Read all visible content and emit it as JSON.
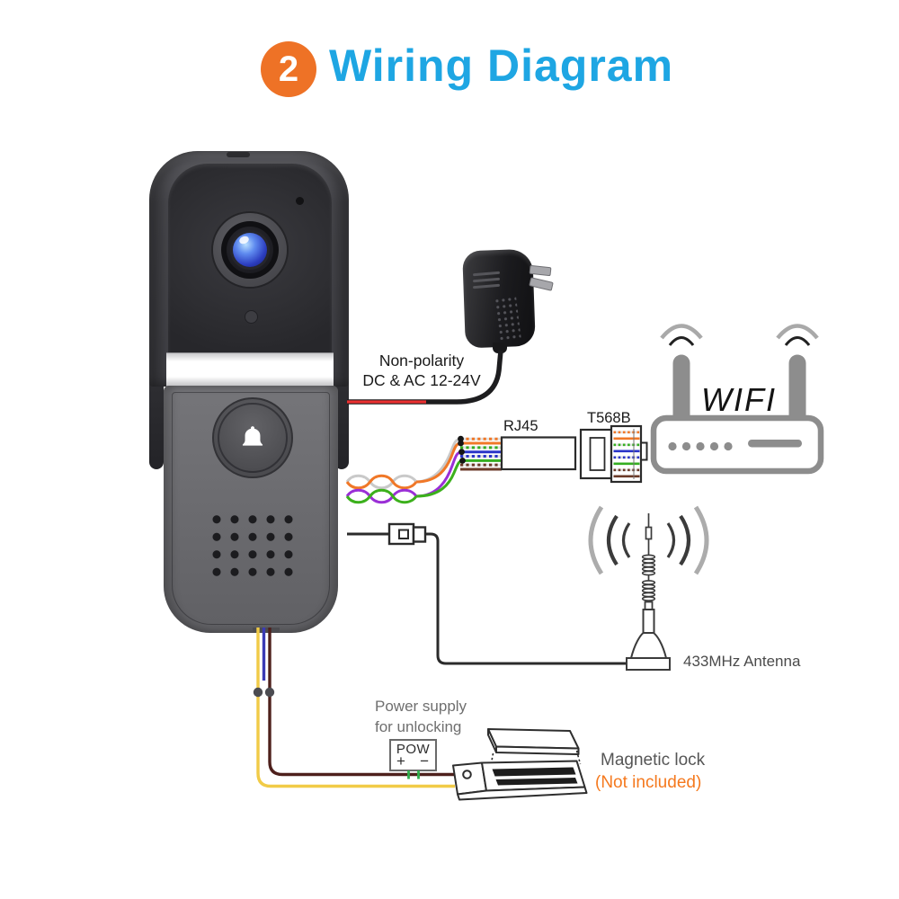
{
  "header": {
    "step_number": "2",
    "title": "Wiring Diagram"
  },
  "labels": {
    "adapter_line1": "Non-polarity",
    "adapter_line2": "DC & AC 12-24V",
    "rj45": "RJ45",
    "t568b": "T568B",
    "wifi": "WIFI",
    "antenna": "433MHz Antenna",
    "unlock_line1": "Power supply",
    "unlock_line2": "for unlocking",
    "pow_title": "POW",
    "pow_plus": "+",
    "pow_minus": "−",
    "magnetic_lock": "Magnetic lock",
    "not_included": "(Not included)"
  },
  "colors": {
    "accent_orange": "#ee7226",
    "accent_blue": "#1ea6e3",
    "note_orange": "#f5791e",
    "wire_power_red": "#ea3030",
    "wire_cable_black": "#1d1d1f",
    "wire_signal_black": "#2b2b2b",
    "wire_unlock_yellow": "#f1cb47",
    "wire_unlock_brown": "#4e201c",
    "wire_blue": "#3a3ab6",
    "wire_green": "#2fae4c",
    "twist_gray": "#c9c9c9",
    "twist_orange": "#f07828",
    "twist_purple": "#9a2fd6",
    "twist_green": "#3cb01c",
    "router_gray": "#8d8d8d"
  },
  "ethernet": {
    "standard": "T568B",
    "pairs": [
      {
        "name": "white-orange",
        "striped": true,
        "color": "#f07828"
      },
      {
        "name": "orange",
        "striped": false,
        "color": "#f07828"
      },
      {
        "name": "white-green",
        "striped": true,
        "color": "#35ae21"
      },
      {
        "name": "blue",
        "striped": false,
        "color": "#2a35c8"
      },
      {
        "name": "white-blue",
        "striped": true,
        "color": "#2a35c8"
      },
      {
        "name": "green",
        "striped": false,
        "color": "#35ae21"
      },
      {
        "name": "white-brown",
        "striped": true,
        "color": "#6b3a28"
      },
      {
        "name": "brown",
        "striped": false,
        "color": "#6b3a28"
      }
    ]
  }
}
